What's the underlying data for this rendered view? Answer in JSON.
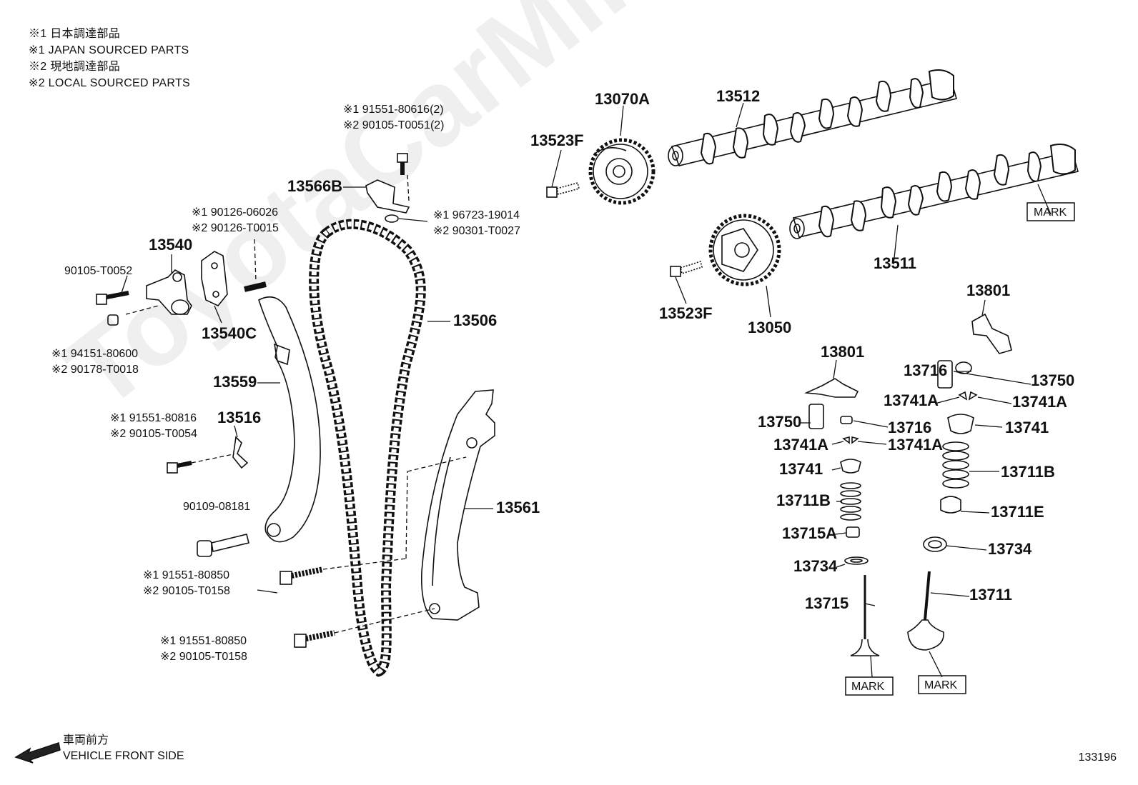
{
  "legend": {
    "line1": "※1 日本調達部品",
    "line2": "※1 JAPAN SOURCED PARTS",
    "line3": "※2 現地調達部品",
    "line4": "※2 LOCAL SOURCED PARTS"
  },
  "watermark": "ToyotaCarMine.ru",
  "footer": {
    "jp": "車両前方",
    "en": "VEHICLE FRONT SIDE",
    "diagram_id": "133196"
  },
  "labels": {
    "p13070A": "13070A",
    "p13512": "13512",
    "p13523F_top": "13523F",
    "p13523F_bot": "13523F",
    "p13566B": "13566B",
    "p13540": "13540",
    "p13540C": "13540C",
    "p13506": "13506",
    "p13559": "13559",
    "p13516": "13516",
    "p13561": "13561",
    "p13511": "13511",
    "p13050": "13050",
    "p13801_r": "13801",
    "p13801_l": "13801",
    "p13716_r": "13716",
    "p13716_l": "13716",
    "p13750_r": "13750",
    "p13750_l": "13750",
    "p13741A_1": "13741A",
    "p13741A_2": "13741A",
    "p13741A_3": "13741A",
    "p13741A_4": "13741A",
    "p13741_r": "13741",
    "p13741_l": "13741",
    "p13711B_r": "13711B",
    "p13711B_l": "13711B",
    "p13711E": "13711E",
    "p13715A": "13715A",
    "p13734_r": "13734",
    "p13734_l": "13734",
    "p13715": "13715",
    "p13711": "13711",
    "mark_cam": "MARK",
    "mark_v1": "MARK",
    "mark_v2": "MARK",
    "b_91551_80616": "※1 91551-80616(2)",
    "b_90105_T0051": "※2 90105-T0051(2)",
    "b_96723_19014": "※1 96723-19014",
    "b_90301_T0027": "※2 90301-T0027",
    "b_90126_06026": "※1 90126-06026",
    "b_90126_T0015": "※2 90126-T0015",
    "b_90105_T0052": "90105-T0052",
    "b_94151_80600": "※1 94151-80600",
    "b_90178_T0018": "※2 90178-T0018",
    "b_91551_80816": "※1 91551-80816",
    "b_90105_T0054": "※2 90105-T0054",
    "b_90109_08181": "90109-08181",
    "b_91551_80850a": "※1 91551-80850",
    "b_90105_T0158a": "※2 90105-T0158",
    "b_91551_80850b": "※1 91551-80850",
    "b_90105_T0158b": "※2 90105-T0158"
  }
}
